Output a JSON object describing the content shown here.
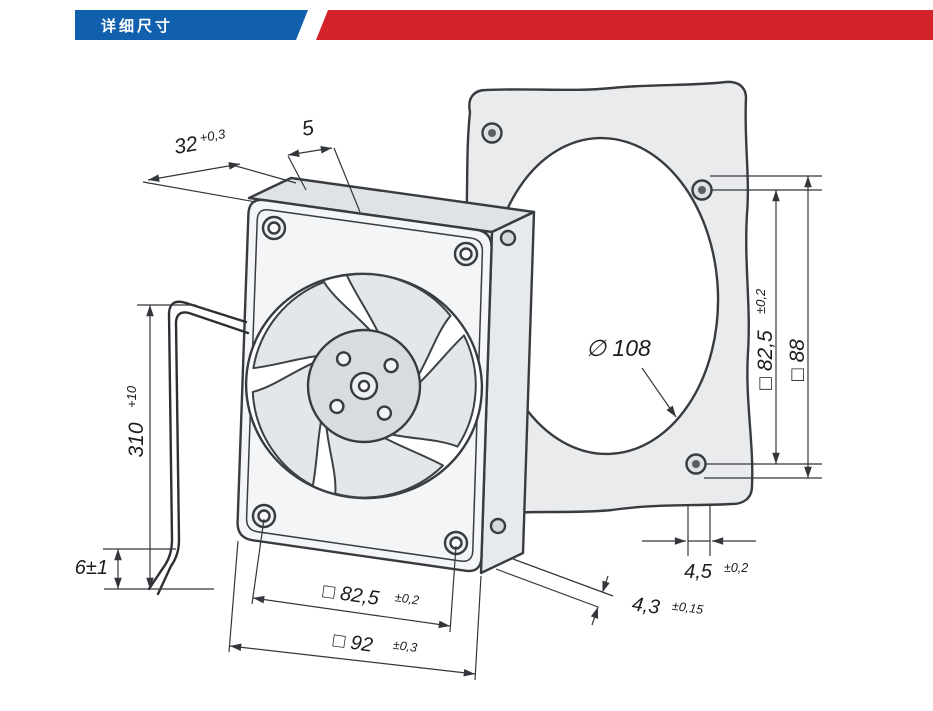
{
  "header": {
    "title": "详细尺寸"
  },
  "colors": {
    "banner_blue": "#1160ae",
    "banner_red": "#d2232a",
    "line": "#33373c",
    "part_fill": "#e9ebed"
  },
  "dims": {
    "depth": {
      "v": "32",
      "t": "+0,3"
    },
    "flange5": {
      "v": "5"
    },
    "holeDia": {
      "v": "∅ 108"
    },
    "gasketPitch": {
      "v": "□ 82,5",
      "t": "±0,2"
    },
    "gasketOuter": {
      "v": "□ 88"
    },
    "cable": {
      "v": "310",
      "t": "+10"
    },
    "cableEnd": {
      "v": "6±1"
    },
    "holePitch": {
      "v": "□ 82,5",
      "t": "±0,2"
    },
    "frame": {
      "v": "□ 92",
      "t": "±0,3"
    },
    "rearFlange": {
      "v": "4,3",
      "t": "±0,15"
    },
    "gasketThk": {
      "v": "4,5",
      "t": "±0,2"
    }
  }
}
